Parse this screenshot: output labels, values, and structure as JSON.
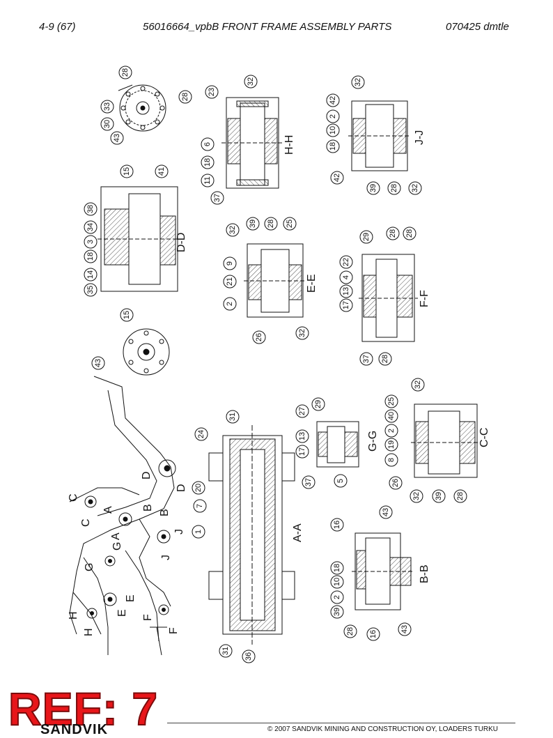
{
  "header": {
    "page": "4-9 (67)",
    "title": "56016664_vpbB FRONT FRAME ASSEMBLY PARTS",
    "code": "070425 dmtle"
  },
  "sections": {
    "hh": "H-H",
    "jj": "J-J",
    "dd": "D-D",
    "ee": "E-E",
    "ff": "F-F",
    "aa": "A-A",
    "gg": "G-G",
    "cc": "C-C",
    "bb": "B-B"
  },
  "overview_letters": [
    "D",
    "D",
    "C",
    "C",
    "A",
    "A",
    "B",
    "B",
    "J",
    "J",
    "G",
    "G",
    "E",
    "E",
    "H",
    "H",
    "F",
    "F"
  ],
  "balloons": {
    "flange_top": [
      "28",
      "28",
      "33",
      "30",
      "43"
    ],
    "hh": [
      "23",
      "32",
      "6",
      "18",
      "11",
      "37"
    ],
    "jj": [
      "42",
      "32",
      "2",
      "10",
      "18",
      "42",
      "39",
      "28",
      "32"
    ],
    "dd": [
      "15",
      "41",
      "38",
      "34",
      "3",
      "18",
      "14",
      "35",
      "15"
    ],
    "ee": [
      "32",
      "39",
      "28",
      "25",
      "9",
      "21",
      "2",
      "26",
      "32"
    ],
    "ff": [
      "29",
      "28",
      "28",
      "22",
      "4",
      "13",
      "17",
      "37",
      "28"
    ],
    "flange_bottom": [
      "43"
    ],
    "aa": [
      "31",
      "24",
      "20",
      "7",
      "1",
      "31",
      "36"
    ],
    "gg": [
      "29",
      "27",
      "13",
      "17",
      "37",
      "5"
    ],
    "cc": [
      "32",
      "25",
      "40",
      "2",
      "19",
      "8",
      "26",
      "32",
      "39",
      "28"
    ],
    "bb": [
      "16",
      "43",
      "18",
      "10",
      "2",
      "39",
      "28",
      "16",
      "43"
    ]
  },
  "ref_label": "REF: 7",
  "footer": {
    "brand": "SANDVIK",
    "copyright": "© 2007 SANDVIK MINING AND CONSTRUCTION OY, LOADERS TURKU"
  }
}
